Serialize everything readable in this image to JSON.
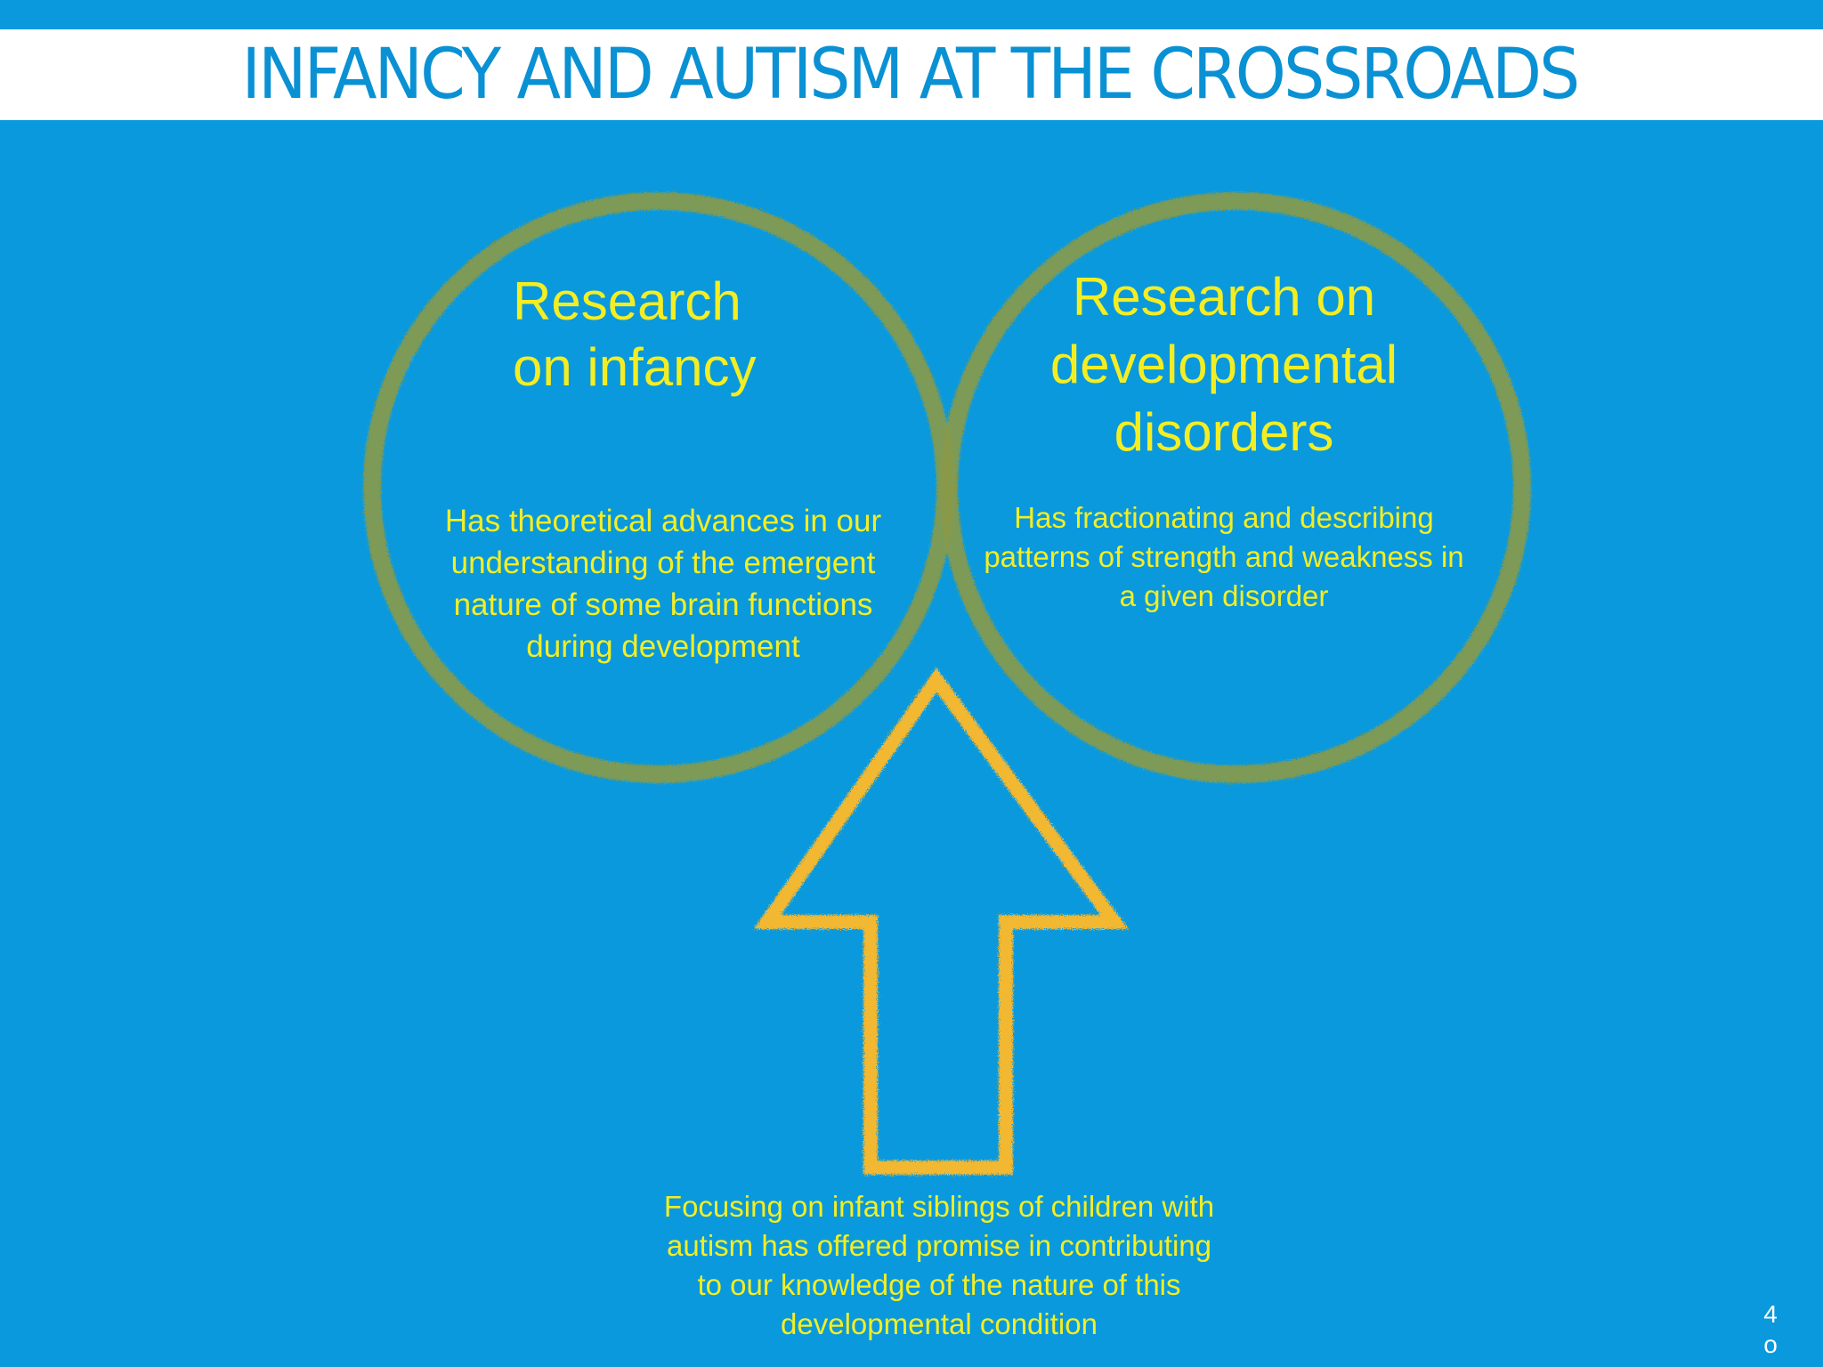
{
  "title": "INFANCY AND AUTISM AT THE CROSSROADS",
  "diagram": {
    "left_circle": {
      "heading": "Research\non infancy",
      "body": "Has theoretical advances in our\nunderstanding of the emergent\nnature of some brain functions\nduring development"
    },
    "right_circle": {
      "heading": "Research on\ndevelopmental\ndisorders",
      "body": "Has fractionating and describing\npatterns of strength and weakness in\na given disorder"
    },
    "arrow_caption": "Focusing on infant siblings of children with\nautism has offered promise in contributing\nto our knowledge of the nature of this\ndevelopmental condition"
  },
  "page_number": "4\no",
  "colors": {
    "background": "#0a99dc",
    "title_text": "#0a91d4",
    "body_text": "#f3ee24",
    "circle_stroke": "#8a9a48",
    "arrow_stroke": "#f2b833"
  }
}
